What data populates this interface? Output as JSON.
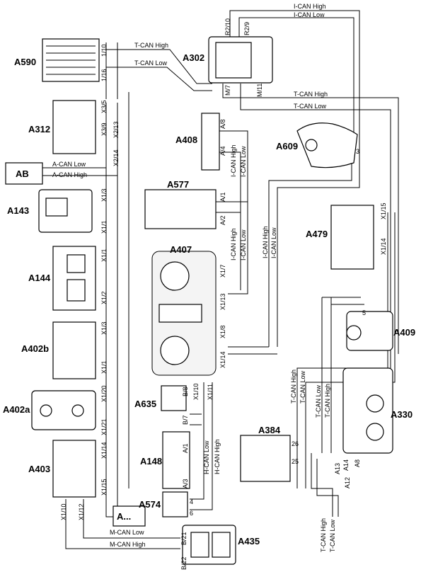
{
  "modules": {
    "a590": "A590",
    "a302": "A302",
    "a312": "A312",
    "ab": "AB",
    "a143": "A143",
    "a144": "A144",
    "a402b": "A402b",
    "a402a": "A402a",
    "a403": "A403",
    "a408": "A408",
    "a609": "A609",
    "a577": "A577",
    "a407": "A407",
    "a479": "A479",
    "a409": "A409",
    "a330": "A330",
    "a635": "A635",
    "a148": "A148",
    "a574": "A574",
    "a384": "A384",
    "a435": "A435",
    "a_more": "A..."
  },
  "signals": {
    "t_can_high": "T-CAN High",
    "t_can_low": "T-CAN Low",
    "i_can_high": "I-CAN High",
    "i_can_low": "I-CAN Low",
    "a_can_high": "A-CAN High",
    "a_can_low": "A-CAN Low",
    "h_can_high": "H-CAN High",
    "h_can_low": "H-CAN Low",
    "m_can_high": "M-CAN High",
    "m_can_low": "M-CAN Low"
  },
  "pins": {
    "p1_10": "1/10",
    "p1_16": "1/16",
    "r2_10": "R2/10",
    "r2_9": "R2/9",
    "m_7": "M/7",
    "m_11": "M/11",
    "x3_5": "X3/5",
    "x3_9": "X3/9",
    "x2_13": "X2/13",
    "x2_14": "X2/14",
    "x1_3": "X1/3",
    "x1_1": "X1/1",
    "x1_2": "X1/2",
    "x1_20": "X1/20",
    "x1_21": "X1/21",
    "x1_14": "X1/14",
    "x1_15": "X1/15",
    "x1_10": "X1/10",
    "x1_12": "X1/12",
    "a_8": "A/8",
    "a_4": "A/4",
    "a_1": "A/1",
    "a_2": "A/2",
    "n3": "3",
    "x1_7": "X1/7",
    "x1_13": "X1/13",
    "x1_8": "X1/8",
    "x1_11": "X1/11",
    "b_8": "B/8",
    "b_7": "B/7",
    "a_3": "A/3",
    "n4": "4",
    "n6": "6",
    "b_21": "B/21",
    "b_22": "B/22",
    "n26": "26",
    "n25": "25",
    "a13": "A13",
    "a14": "A14",
    "a12": "A12",
    "a8": "A8",
    "n5": "5"
  }
}
